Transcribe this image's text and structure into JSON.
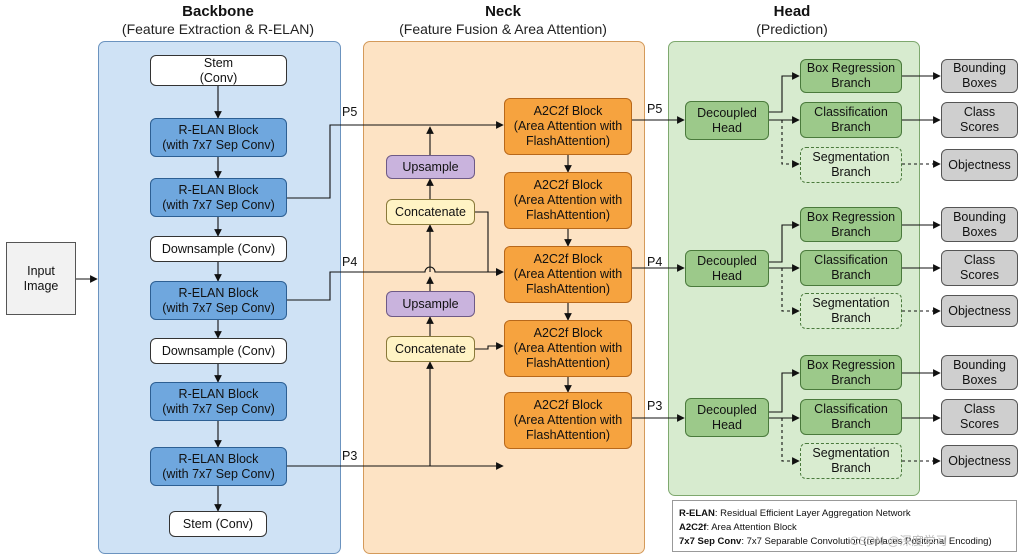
{
  "sections": {
    "backbone": {
      "title": "Backbone",
      "subtitle": "(Feature Extraction & R-ELAN)"
    },
    "neck": {
      "title": "Neck",
      "subtitle": "(Feature Fusion & Area Attention)"
    },
    "head": {
      "title": "Head",
      "subtitle": "(Prediction)"
    }
  },
  "input": [
    "Input",
    "Image"
  ],
  "backbone_blocks": [
    [
      "Stem",
      "(Conv)"
    ],
    [
      "R-ELAN Block",
      "(with 7x7 Sep Conv)"
    ],
    [
      "R-ELAN Block",
      "(with 7x7 Sep Conv)"
    ],
    [
      "Downsample (Conv)"
    ],
    [
      "R-ELAN Block",
      "(with 7x7 Sep Conv)"
    ],
    [
      "Downsample (Conv)"
    ],
    [
      "R-ELAN Block",
      "(with 7x7 Sep Conv)"
    ],
    [
      "R-ELAN Block",
      "(with 7x7 Sep Conv)"
    ],
    [
      "Stem (Conv)"
    ]
  ],
  "neck_blocks": {
    "upsample": [
      "Upsample"
    ],
    "concatenate": [
      "Concatenate"
    ],
    "a2c2f": [
      "A2C2f Block",
      "(Area Attention with",
      "FlashAttention)"
    ]
  },
  "scales": [
    "P5",
    "P4",
    "P3"
  ],
  "head": {
    "decoupled": [
      "Decoupled",
      "Head"
    ],
    "box_branch": [
      "Box Regression",
      "Branch"
    ],
    "cls_branch": [
      "Classification",
      "Branch"
    ],
    "seg_branch": [
      "Segmentation",
      "Branch"
    ],
    "out_boxes": [
      "Bounding",
      "Boxes"
    ],
    "out_scores": [
      "Class",
      "Scores"
    ],
    "out_obj": [
      "Objectness"
    ]
  },
  "legend": [
    {
      "term": "R-ELAN",
      "desc": ": Residual Efficient Layer Aggregation Network"
    },
    {
      "term": "A2C2f",
      "desc": ": Area Attention Block"
    },
    {
      "term": "7x7 Sep Conv",
      "desc": ": 7x7 Separable Convolution (replaces Positional Encoding)"
    }
  ],
  "watermark": "CSDN @深度学习",
  "colors": {
    "backbone_panel": "#cfe2f5",
    "neck_panel": "#fde3c4",
    "head_panel": "#d7ebcf",
    "arrow": "#111111"
  }
}
